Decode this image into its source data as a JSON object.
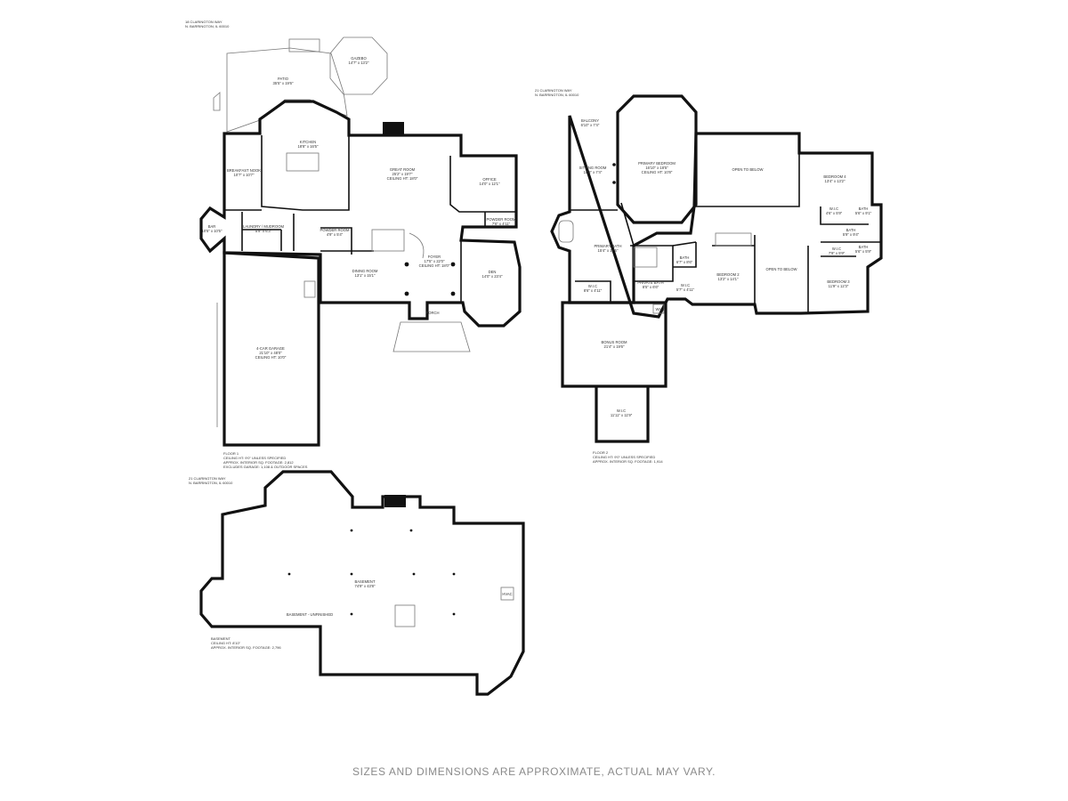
{
  "disclaimer": "SIZES AND DIMENSIONS ARE APPROXIMATE, ACTUAL MAY VARY.",
  "floor1": {
    "address": [
      "18 CLARINGTON WAY",
      "N. BARRINGTON, IL 60010"
    ],
    "rooms": {
      "patio": [
        "PATIO",
        "35'5\" x 19'6\""
      ],
      "gazebo": [
        "GAZEBO",
        "14'7\" x 13'2\""
      ],
      "breakfast_nook": [
        "BREAKFAST NOOK",
        "10'7\" x 10'7\""
      ],
      "kitchen": [
        "KITCHEN",
        "18'8\" x 16'5\""
      ],
      "great_room": [
        "GREAT ROOM",
        "25'2\" x 19'7\"",
        "CEILING HT: 18'0\""
      ],
      "office": [
        "OFFICE",
        "14'0\" x 12'1\""
      ],
      "powder_room_right": [
        "POWDER ROOM",
        "7'6\" x 4'11\""
      ],
      "bar": [
        "BAR",
        "10'5\" x 10'5\""
      ],
      "laundry": [
        "LAUNDRY / MUDROOM",
        "5'9\" x 6'3\""
      ],
      "powder_room_left": [
        "POWDER ROOM",
        "4'9\" x 5'4\""
      ],
      "foyer": [
        "FOYER",
        "17'5\" x 22'0\"",
        "CEILING HT: 18'0\""
      ],
      "dining": [
        "DINING ROOM",
        "13'1\" x 15'1\""
      ],
      "den": [
        "DEN",
        "14'0\" x 23'4\""
      ],
      "garage": [
        "4-CAR GARAGE",
        "21'10\" x 48'0\"",
        "CEILING HT: 10'0\""
      ],
      "porch": [
        "PORCH"
      ]
    },
    "footer": [
      "FLOOR 1",
      "CEILING HT: 9'0\" UNLESS SPECIFIED",
      "APPROX. INTERIOR SQ. FOOTAGE: 2,812",
      "EXCLUDES GARAGE: 1,108 & OUTDOOR SPACES"
    ]
  },
  "floor2": {
    "address": [
      "21 CLARINGTON WAY",
      "N. BARRINGTON, IL 60010"
    ],
    "rooms": {
      "balcony": [
        "BALCONY",
        "6'10\" x 7'4\""
      ],
      "sitting_room": [
        "SITTING ROOM",
        "10'8\" x 7'4\""
      ],
      "primary_bedroom": [
        "PRIMARY BEDROOM",
        "16'10\" x 18'5\"",
        "CEILING HT: 10'8\""
      ],
      "open_to_below_top": [
        "OPEN TO BELOW"
      ],
      "bedroom4": [
        "BEDROOM 4",
        "13'4\" x 13'2\""
      ],
      "wic_a": [
        "W.I.C",
        "4'6\" x 5'9\""
      ],
      "bath_a": [
        "BATH",
        "5'6\" x 9'1\""
      ],
      "bath_b": [
        "BATH",
        "5'9\" x 9'4\""
      ],
      "wic_b": [
        "W.I.C",
        "7'9\" x 5'9\""
      ],
      "bath_c": [
        "BATH",
        "5'6\" x 5'9\""
      ],
      "primary_bath": [
        "PRIMARY BATH",
        "15'4\" x 17'5\""
      ],
      "bath_d": [
        "BATH",
        "6'7\" x 8'6\""
      ],
      "bedroom2": [
        "BEDROOM 2",
        "13'2\" x 14'1\""
      ],
      "open_to_below": [
        "OPEN TO BELOW"
      ],
      "bedroom3": [
        "BEDROOM 3",
        "11'9\" x 12'3\""
      ],
      "wic_c": [
        "W.I.C",
        "8'6\" x 4'11\""
      ],
      "private_bath": [
        "PRIVATE BATH",
        "8'5\" x 6'6\""
      ],
      "wic_d": [
        "W.I.C",
        "5'7\" x 4'11\""
      ],
      "bonus_room": [
        "BONUS ROOM",
        "21'4\" x 19'6\""
      ],
      "wic_e": [
        "W.I.C",
        "11'11\" x 11'9\""
      ],
      "wh": [
        "WH"
      ]
    },
    "footer": [
      "FLOOR 2",
      "CEILING HT: 9'0\" UNLESS SPECIFIED",
      "APPROX. INTERIOR SQ. FOOTAGE: 1,914"
    ]
  },
  "basement": {
    "address": [
      "21 CLARINGTON WAY",
      "N. BARRINGTON, IL 60010"
    ],
    "rooms": {
      "basement": [
        "BASEMENT",
        "74'9\" x 43'8\""
      ],
      "hvac": [
        "HVAC"
      ],
      "unfinished": [
        "BASEMENT - UNFINISHED"
      ]
    },
    "footer": [
      "BASEMENT",
      "CEILING HT: 8'10\"",
      "APPROX. INTERIOR SQ. FOOTAGE: 2,796"
    ]
  }
}
